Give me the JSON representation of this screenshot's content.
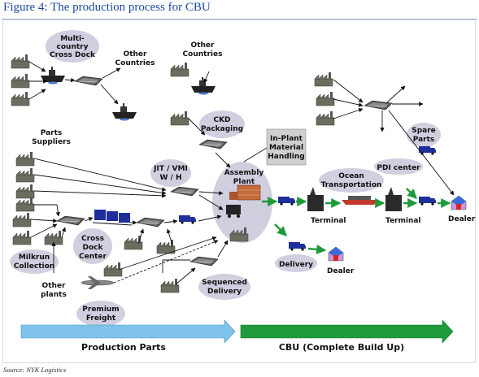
{
  "figure": {
    "title": "Figure 4: The production process for CBU",
    "source": "Source: NYK Logistics"
  },
  "labels": {
    "multi_country_cross_dock": [
      "Multi-",
      "country",
      "Cross Dock"
    ],
    "other_countries_left": [
      "Other",
      "Countries"
    ],
    "other_countries_center": [
      "Other",
      "Countries"
    ],
    "ckd_packaging": [
      "CKD",
      "Packaging"
    ],
    "in_plant_material_handling": [
      "In-Plant",
      "Material",
      "Handling"
    ],
    "parts_suppliers": [
      "Parts",
      "Suppliers"
    ],
    "jit_vmi_wh": [
      "JIT / VMI",
      "W / H"
    ],
    "assembly_plant": [
      "Assembly",
      "Plant"
    ],
    "cross_dock_center": [
      "Cross",
      "Dock",
      "Center"
    ],
    "milkrun_collection": [
      "Milkrun",
      "Collection"
    ],
    "other_plants": [
      "Other",
      "plants"
    ],
    "premium_freight": [
      "Premium",
      "Freight"
    ],
    "sequenced_delivery": [
      "Sequenced",
      "Delivery"
    ],
    "delivery": "Delivery",
    "dealer_lower": "Dealer",
    "terminal_left": "Terminal",
    "ocean_transportation": [
      "Ocean",
      "Transportation"
    ],
    "terminal_right": "Terminal",
    "pdi_center": "PDI center",
    "spare_parts": [
      "Spare",
      "Parts"
    ],
    "dealer_right": "Dealer"
  },
  "banners": {
    "production_parts": "Production Parts",
    "cbu": "CBU (Complete Build Up)"
  },
  "colors": {
    "title": "#1c4aa0",
    "bubble": "#cfcfe0",
    "production_arrow": "#7fc3ea",
    "cbu_arrow": "#1f9a3a",
    "truck": "#1e2f9c",
    "dealer": "#c79ad9"
  }
}
